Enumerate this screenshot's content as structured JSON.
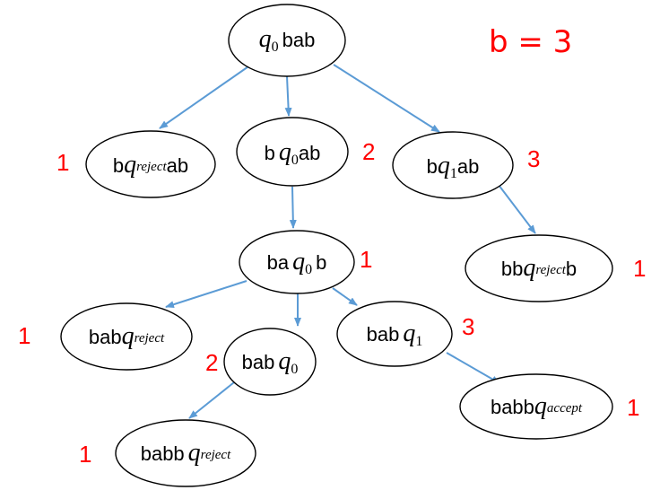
{
  "annotation": {
    "text": "b = 3",
    "color": "#ff0000"
  },
  "colors": {
    "edge": "#5b9bd5",
    "number": "#ff0000",
    "node_border": "#000000"
  },
  "nodes": [
    {
      "id": "root",
      "pre": "",
      "state": "q",
      "sub": "0",
      "post": "bab",
      "number": ""
    },
    {
      "id": "n1",
      "pre": "b",
      "state": "q",
      "sub": "reject",
      "post": "ab",
      "number": "1"
    },
    {
      "id": "n2",
      "pre": "b",
      "state": "q",
      "sub": "0",
      "post": "ab",
      "number": "2"
    },
    {
      "id": "n3",
      "pre": "b",
      "state": "q",
      "sub": "1",
      "post": "ab",
      "number": "3"
    },
    {
      "id": "n4",
      "pre": "ba",
      "state": "q",
      "sub": "0",
      "post": "b",
      "number": "1"
    },
    {
      "id": "n5",
      "pre": "bb",
      "state": "q",
      "sub": "reject",
      "post": "b",
      "number": "1"
    },
    {
      "id": "n6",
      "pre": "bab",
      "state": "q",
      "sub": "reject",
      "post": "",
      "number": "1"
    },
    {
      "id": "n7",
      "pre": "bab",
      "state": "q",
      "sub": "0",
      "post": "",
      "number": "2"
    },
    {
      "id": "n8",
      "pre": "bab",
      "state": "q",
      "sub": "1",
      "post": "",
      "number": "3"
    },
    {
      "id": "n9",
      "pre": "babb",
      "state": "q",
      "sub": "accept",
      "post": "",
      "number": "1"
    },
    {
      "id": "n10",
      "pre": "babb",
      "state": "q",
      "sub": "reject",
      "post": "",
      "number": "1"
    }
  ]
}
